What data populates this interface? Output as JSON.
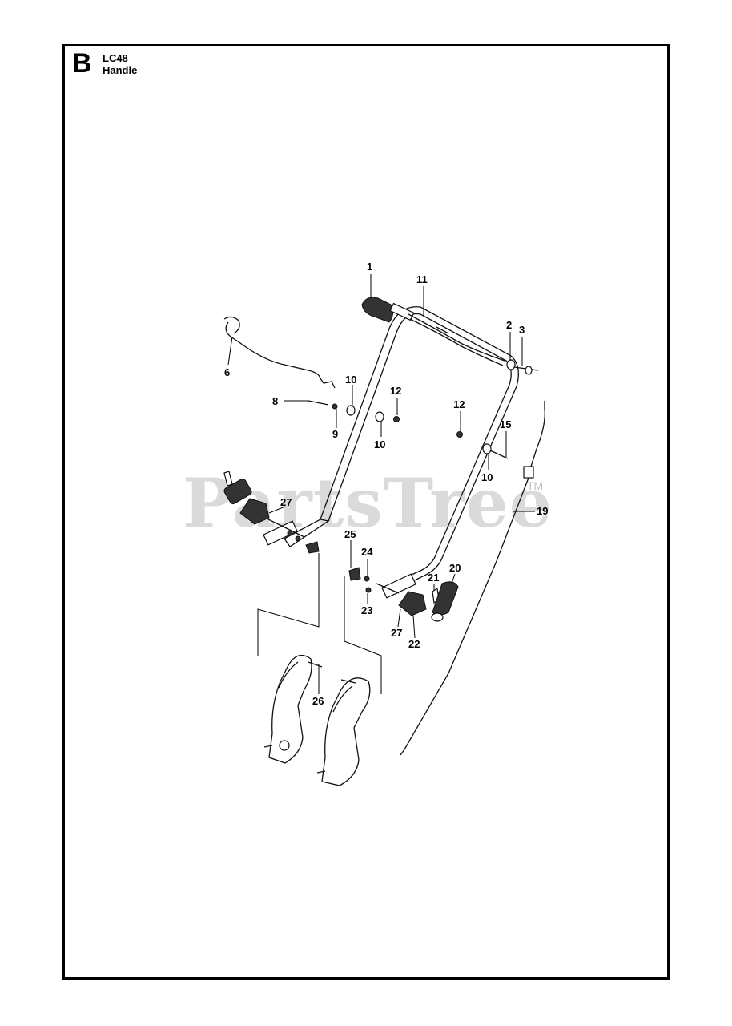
{
  "header": {
    "section_letter": "B",
    "model": "LC48",
    "title": "Handle"
  },
  "watermark": {
    "text": "PartsTree",
    "trademark": "TM"
  },
  "callouts": {
    "c1": "1",
    "c11": "11",
    "c2": "2",
    "c3": "3",
    "c6": "6",
    "c10a": "10",
    "c12a": "12",
    "c8": "8",
    "c9": "9",
    "c10b": "10",
    "c12b": "12",
    "c15": "15",
    "c10c": "10",
    "c27a": "27",
    "c19": "19",
    "c25": "25",
    "c24": "24",
    "c20": "20",
    "c21": "21",
    "c23": "23",
    "c27b": "27",
    "c22": "22",
    "c26": "26"
  }
}
